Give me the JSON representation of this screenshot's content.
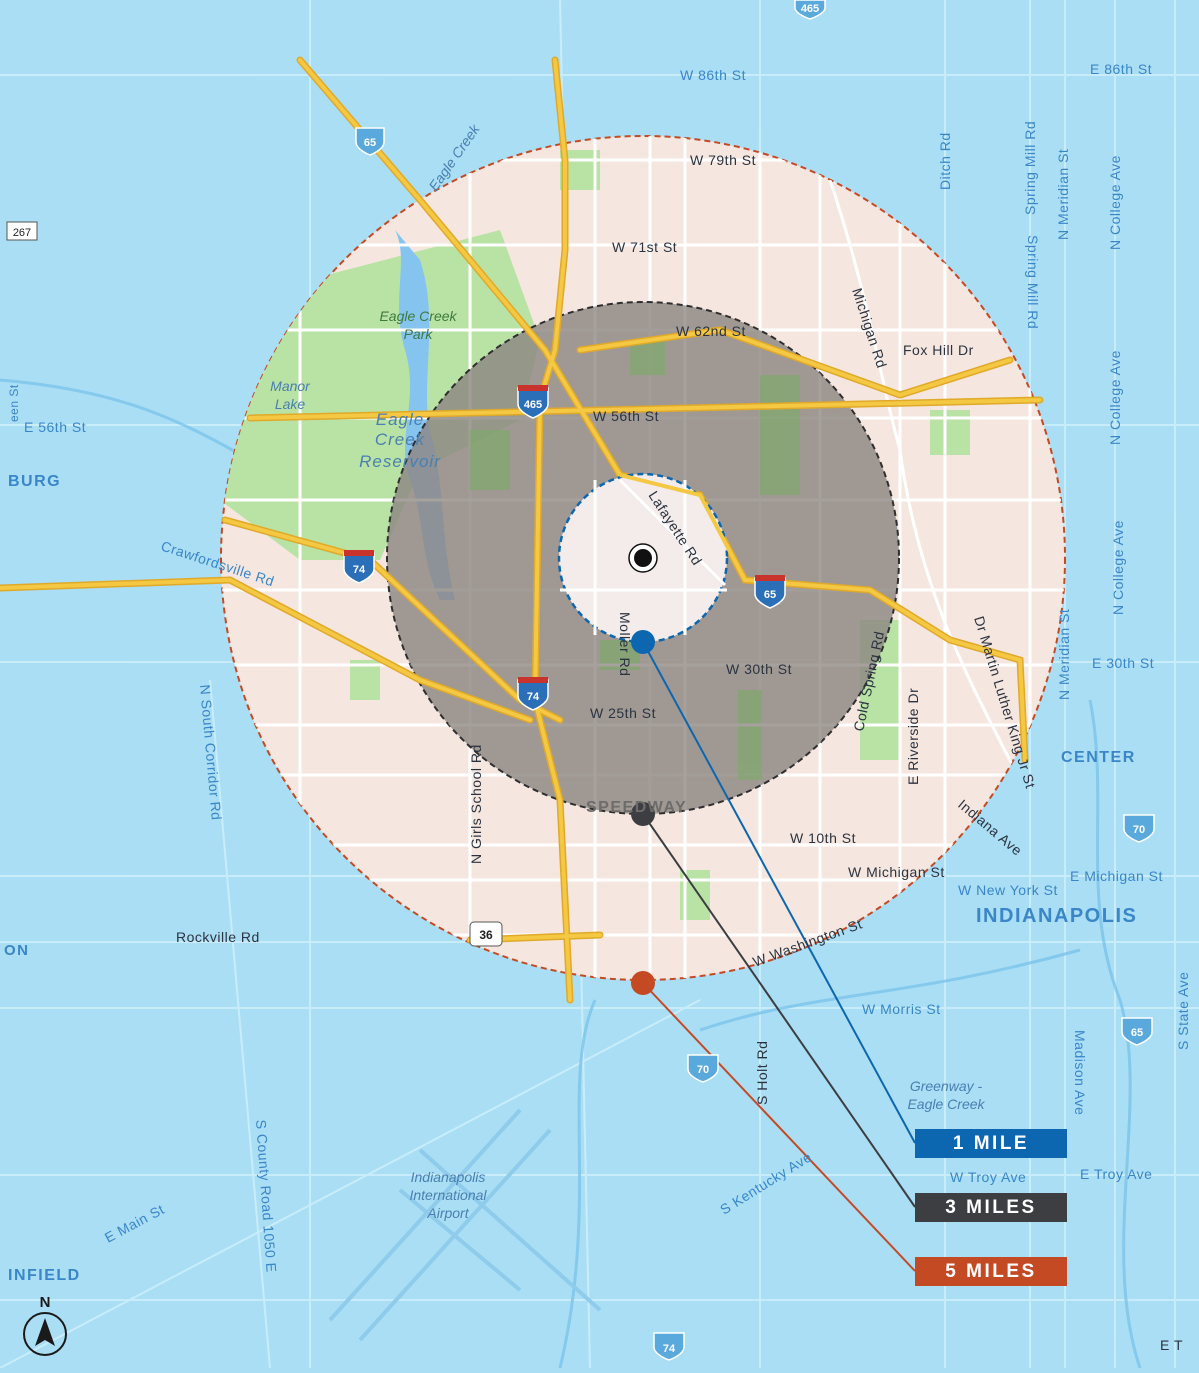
{
  "center_marker": "target-icon",
  "rings": [
    {
      "label": "1 MILE",
      "color": "#0d66b0",
      "radius_miles": 1
    },
    {
      "label": "3 MILES",
      "color": "#3d3e42",
      "radius_miles": 3
    },
    {
      "label": "5 MILES",
      "color": "#c44a24",
      "radius_miles": 5
    }
  ],
  "colors": {
    "outside": "#a9def5",
    "ring5_fill": "#f5e7df",
    "ring3_fill": "#8d8883",
    "ring1_fill": "#f3ecea",
    "park": "#b9e3a5",
    "highway": "#f4c842"
  },
  "streets": {
    "w86": "W 86th St",
    "e86": "E 86th St",
    "w79": "W 79th St",
    "w71": "W 71st St",
    "w62": "W 62nd St",
    "foxhill": "Fox Hill Dr",
    "w56": "W 56th St",
    "e56": "E 56th St",
    "w30": "W 30th St",
    "e30": "E 30th St",
    "w25": "W 25th St",
    "w10": "W 10th St",
    "wmich": "W Michigan St",
    "emich": "E Michigan St",
    "wny": "W New York St",
    "rockville": "Rockville Rd",
    "wwash": "W Washington St",
    "wmorris": "W Morris St",
    "wtroy": "W Troy Ave",
    "etroy": "E Troy Ave",
    "emain": "E Main St",
    "crawford": "Crawfordsville Rd",
    "lafayette": "Lafayette Rd",
    "moller": "Moller Rd",
    "coldspring": "Cold Spring Rd",
    "michiganrd": "Michigan Rd",
    "mlk": "Dr Martin Luther King Jr St",
    "indiana": "Indiana Ave",
    "eriverside": "E Riverside Dr",
    "girls": "N Girls School Rd",
    "southcorridor": "N South Corridor Rd",
    "county1050": "S County Road 1050 E",
    "holt": "S Holt Rd",
    "kentucky": "S Kentucky Ave",
    "ditch": "Ditch Rd",
    "springmill": "Spring Mill Rd",
    "meridian": "N Meridian St",
    "college": "N College Ave",
    "madison": "Madison Ave",
    "state": "S State Ave",
    "et": "E T"
  },
  "places": {
    "indianapolis": "INDIANAPOLIS",
    "center": "CENTER",
    "speedway": "SPEEDWAY",
    "burg": "BURG",
    "infield": "INFIELD",
    "on": "ON",
    "eagle_creek_park": [
      "Eagle Creek",
      "Park"
    ],
    "manor_lake": [
      "Manor",
      "Lake"
    ],
    "eagle_creek_reservoir": [
      "Eagle",
      "Creek",
      "Reservoir"
    ],
    "eagle_creek": "Eagle Creek",
    "greenway": [
      "Greenway -",
      "Eagle Creek"
    ],
    "airport": [
      "Indianapolis",
      "International",
      "Airport"
    ],
    "edge_en_st": "een St"
  },
  "shields": {
    "i465": "465",
    "i65": "65",
    "i74": "74",
    "i70": "70",
    "us36": "36",
    "sr267": "267"
  },
  "compass": {
    "label": "N",
    "icon": "north-arrow-icon"
  }
}
